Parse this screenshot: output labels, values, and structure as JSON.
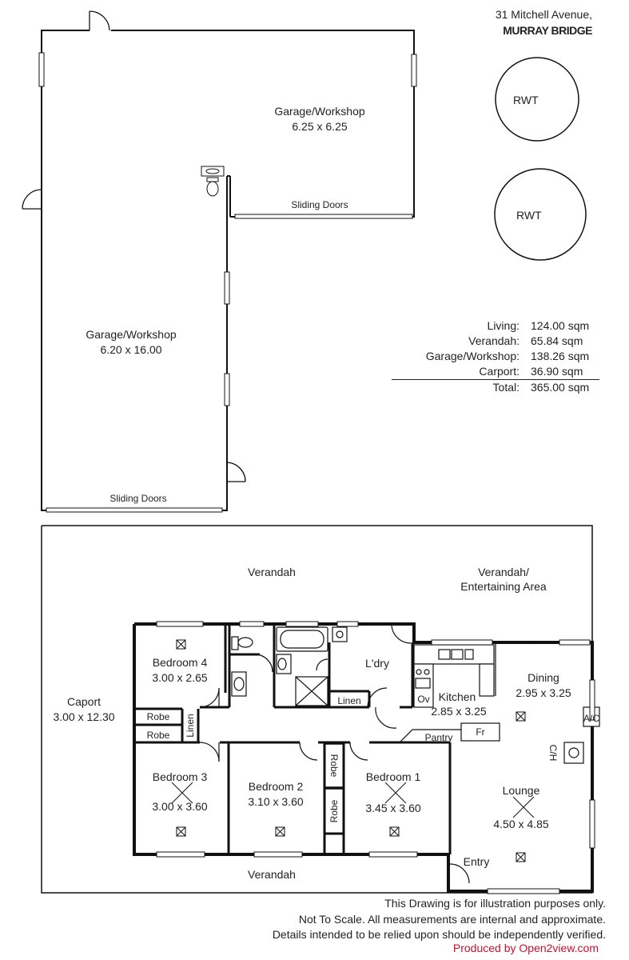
{
  "address": {
    "street": "31 Mitchell Avenue,",
    "city": "MURRAY BRIDGE"
  },
  "tanks": [
    "RWT",
    "RWT"
  ],
  "garage_upper": {
    "name": "Garage/Workshop",
    "size": "6.25 x 6.25",
    "doors": "Sliding Doors"
  },
  "garage_lower": {
    "name": "Garage/Workshop",
    "size": "6.20 x 16.00",
    "doors": "Sliding Doors"
  },
  "areas": [
    {
      "label": "Living:",
      "value": "124.00 sqm"
    },
    {
      "label": "Verandah:",
      "value": "65.84 sqm"
    },
    {
      "label": "Garage/Workshop:",
      "value": "138.26 sqm"
    },
    {
      "label": "Carport:",
      "value": "36.90 sqm"
    }
  ],
  "total": {
    "label": "Total:",
    "value": "365.00 sqm"
  },
  "house": {
    "verandah_top": "Verandah",
    "verandah_ent_1": "Verandah/",
    "verandah_ent_2": "Entertaining Area",
    "verandah_bottom": "Verandah",
    "carport_name": "Caport",
    "carport_size": "3.00 x 12.30",
    "bed4": {
      "name": "Bedroom 4",
      "size": "3.00 x 2.65"
    },
    "bed3": {
      "name": "Bedroom 3",
      "size": "3.00 x 3.60"
    },
    "bed2": {
      "name": "Bedroom 2",
      "size": "3.10 x 3.60"
    },
    "bed1": {
      "name": "Bedroom 1",
      "size": "3.45 x 3.60"
    },
    "ldry": "L'dry",
    "linen_h": "Linen",
    "linen_v": "Linen",
    "robe1": "Robe",
    "robe2": "Robe",
    "robe3": "Robe",
    "robe4": "Robe",
    "kitchen": {
      "name": "Kitchen",
      "size": "2.85 x 3.25"
    },
    "ov": "Ov",
    "pantry": "Pantry",
    "fr": "Fr",
    "dining": {
      "name": "Dining",
      "size": "2.95 x 3.25"
    },
    "ac": "A/C",
    "ch": "C/H",
    "lounge": {
      "name": "Lounge",
      "size": "4.50 x 4.85"
    },
    "entry": "Entry"
  },
  "disclaimer": [
    "This Drawing is for illustration purposes only.",
    "Not To Scale. All measurements are internal and approximate.",
    "Details intended to be relied upon should be independently verified."
  ],
  "credit": "Produced by Open2view.com",
  "colors": {
    "walls": "#111111",
    "credit": "#c8102e"
  }
}
